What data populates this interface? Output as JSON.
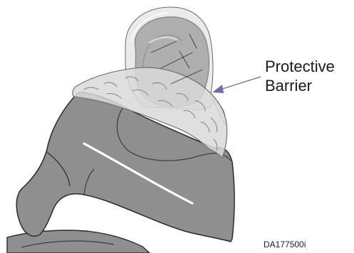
{
  "callout": {
    "line1": "Protective",
    "line2": "Barrier"
  },
  "figure_id": "DA177500i",
  "colors": {
    "chair_fill": "#8f8f8f",
    "chair_stroke": "#2b2b2b",
    "headrest_fill": "#7d7d7d",
    "barrier_fill": "#d9d9d9",
    "barrier_stroke": "#6a6a6a",
    "arrow": "#6e6fa6",
    "highlight": "#ffffff"
  },
  "icons": [
    "chair-illustration",
    "protective-barrier-illustration",
    "pointer-arrow-icon"
  ]
}
